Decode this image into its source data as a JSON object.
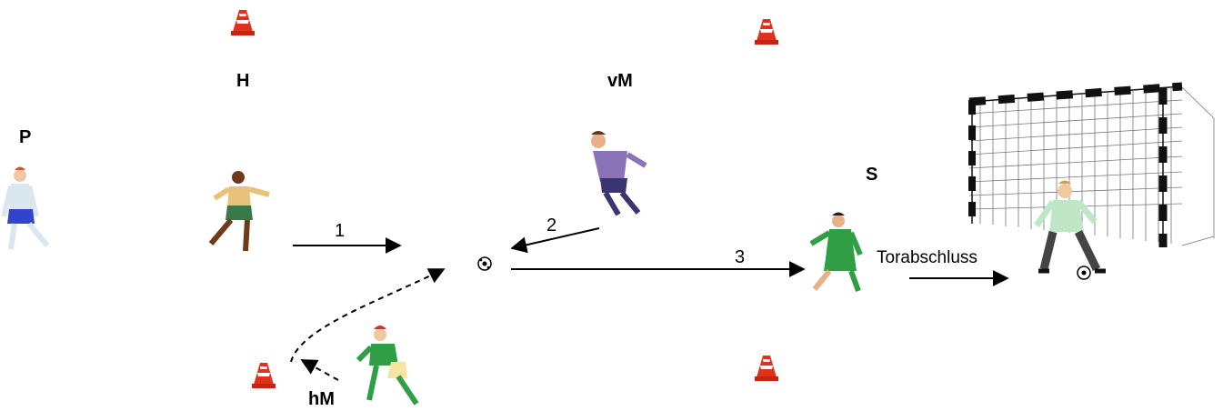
{
  "labels": {
    "player_p": "P",
    "player_h": "H",
    "player_vm": "vM",
    "player_s": "S",
    "player_hm": "hM"
  },
  "steps": {
    "step_1": "1",
    "step_2": "2",
    "step_3": "3"
  },
  "actions": {
    "shot": "Torabschluss"
  },
  "colors": {
    "cone": "#e0311c",
    "cone_stripe": "#ffffff",
    "arrow": "#000000",
    "net": "#555555",
    "post": "#111111"
  }
}
